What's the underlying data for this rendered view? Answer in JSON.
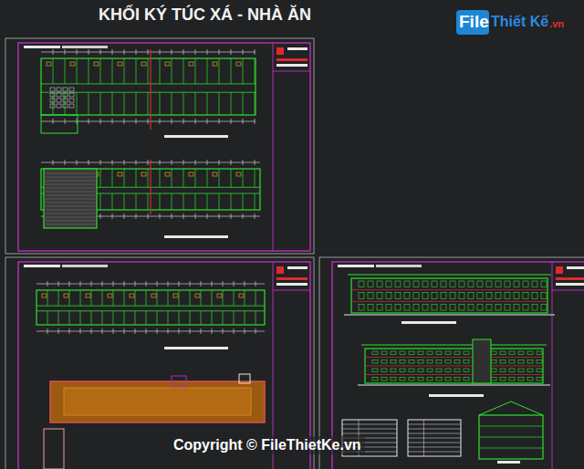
{
  "diagram": {
    "title": "KHỐI KÝ TÚC XÁ - NHÀ ĂN",
    "labels": [
      "File",
      "Thiết Kế",
      ".vn",
      "Copyright © FileThietKe.vn"
    ]
  }
}
